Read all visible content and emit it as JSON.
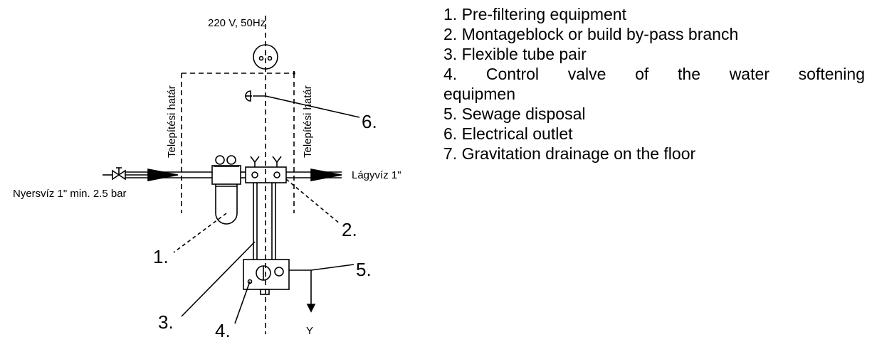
{
  "diagram": {
    "power_label": "220 V, 50Hz",
    "boundary_left": "Telepítési határ",
    "boundary_right": "Telepítési határ",
    "inlet_label": "Nyersvíz 1\" min. 2.5 bar",
    "outlet_label": "Lágyvíz 1\"",
    "drain_symbol": "Y",
    "callouts": [
      "1.",
      "2.",
      "3.",
      "4.",
      "5.",
      "6."
    ]
  },
  "legend": {
    "items": [
      "1. Pre-filtering equipment",
      "2. Montageblock or build by-pass branch",
      "3. Flexible tube pair",
      "4. Control valve of the water softening",
      "equipmen",
      "5. Sewage disposal",
      "6. Electrical outlet",
      "7. Gravitation drainage on the floor"
    ]
  }
}
